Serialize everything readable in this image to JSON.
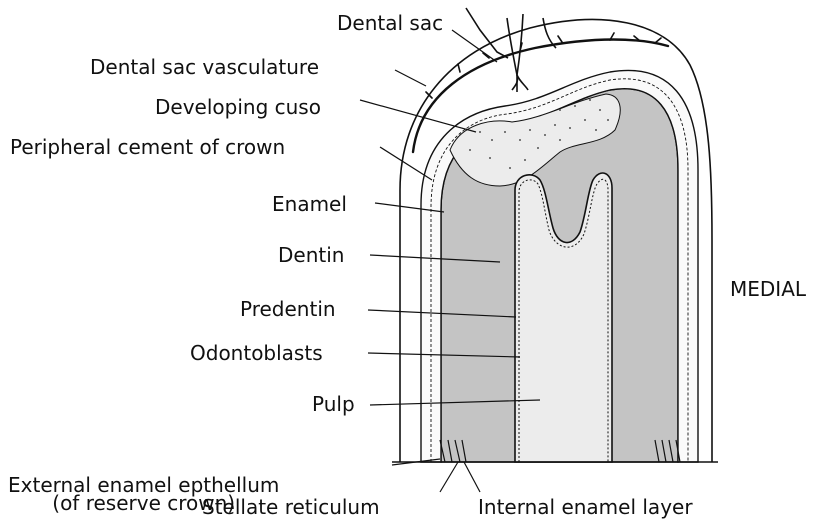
{
  "labels": {
    "dental_sac": "Dental sac",
    "dental_sac_vasculature": "Dental sac vasculature",
    "developing_cusp": "Developing cuso",
    "peripheral_cement": "Peripheral cement of crown",
    "enamel": "Enamel",
    "dentin": "Dentin",
    "predentin": "Predentin",
    "odontoblasts": "Odontoblasts",
    "pulp": "Pulp",
    "external_enamel_line1": "External enamel epthellum",
    "external_enamel_line2": "(of reserve crown)",
    "stellate_reticulum": "Stellate reticulum",
    "internal_enamel_layer": "Internal enamel layer",
    "medial": "MEDIAL"
  },
  "colors": {
    "background": "#ffffff",
    "ink": "#111111",
    "dentin_fill": "#c4c4c4",
    "pulp_fill": "#ececec",
    "enamel_fill": "#fafafa"
  }
}
